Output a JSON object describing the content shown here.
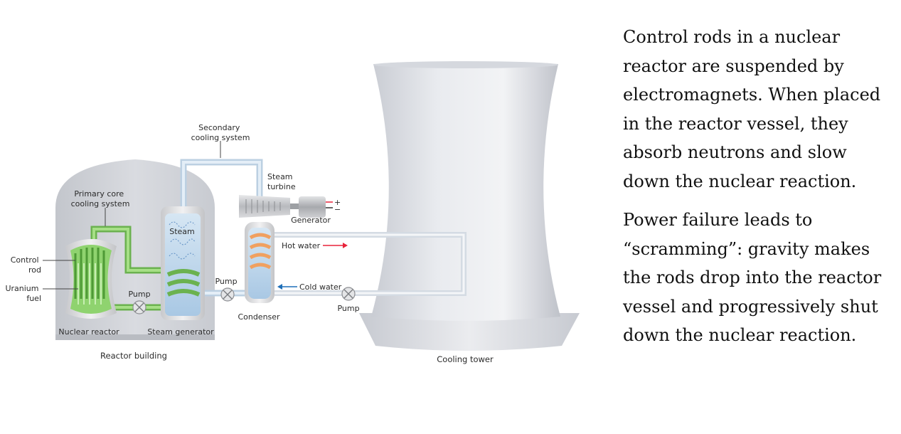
{
  "diagram": {
    "labels": {
      "secondary_cooling_system": [
        "Secondary",
        "cooling system"
      ],
      "steam_turbine": [
        "Steam",
        "turbine"
      ],
      "generator": "Generator",
      "primary_core_cooling_system": [
        "Primary core",
        "cooling system"
      ],
      "steam": "Steam",
      "hot_water": "Hot water",
      "control_rod": [
        "Control",
        "rod"
      ],
      "uranium_fuel": [
        "Uranium",
        "fuel"
      ],
      "pump_primary": "Pump",
      "pump_secondary": "Pump",
      "cold_water": "Cold water",
      "pump_tower": "Pump",
      "condenser": "Condenser",
      "nuclear_reactor": "Nuclear reactor",
      "steam_generator": "Steam generator",
      "reactor_building": "Reactor building",
      "cooling_tower": "Cooling tower",
      "plus": "+",
      "minus": "−"
    },
    "colors": {
      "hot_water_arrow": "#e8233a",
      "cold_water_arrow": "#1f6fb8",
      "fuel_green": "#7fcf63",
      "pipe_blue": "#cfe0ee",
      "tower_gray": "#dfe1e6"
    }
  },
  "text_panel": {
    "paragraphs": [
      "Control rods in a nuclear reactor are suspended by electromagnets. When placed in the reactor vessel, they absorb neutrons and slow down the nuclear reaction.",
      "Power failure leads to “scramming”: gravity makes the rods drop into the reactor vessel and progressively shut down the nuclear reaction."
    ]
  }
}
